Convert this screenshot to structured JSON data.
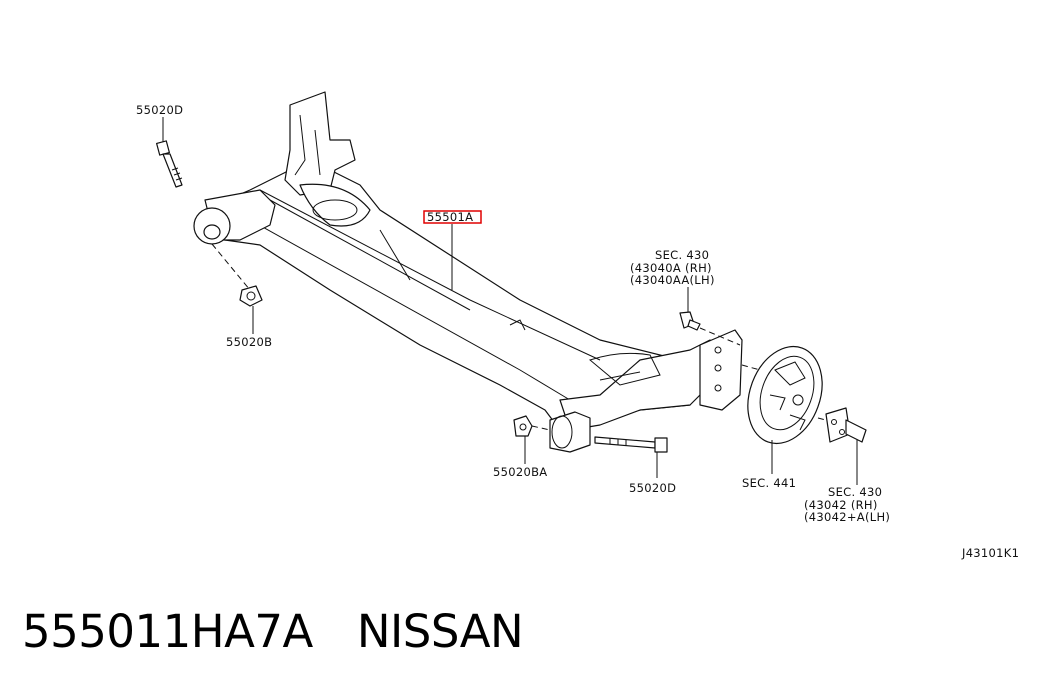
{
  "labels": {
    "bolt_top": "55020D",
    "nut_left": "55020B",
    "beam": "55501A",
    "sec430_top_title": "SEC. 430",
    "sec430_top_rh": "(43040A (RH)",
    "sec430_top_lh": "(43040AA(LH)",
    "nut_bottom": "55020BA",
    "bolt_bottom": "55020D",
    "sec441": "SEC. 441",
    "sec430_bottom_title": "SEC. 430",
    "sec430_bottom_rh": "(43042  (RH)",
    "sec430_bottom_lh": "(43042+A(LH)",
    "diagram_code": "J43101K1"
  },
  "caption": {
    "part_number": "555011HA7A",
    "brand": "NISSAN"
  },
  "colors": {
    "highlight": "#e00000",
    "line": "#111111"
  }
}
